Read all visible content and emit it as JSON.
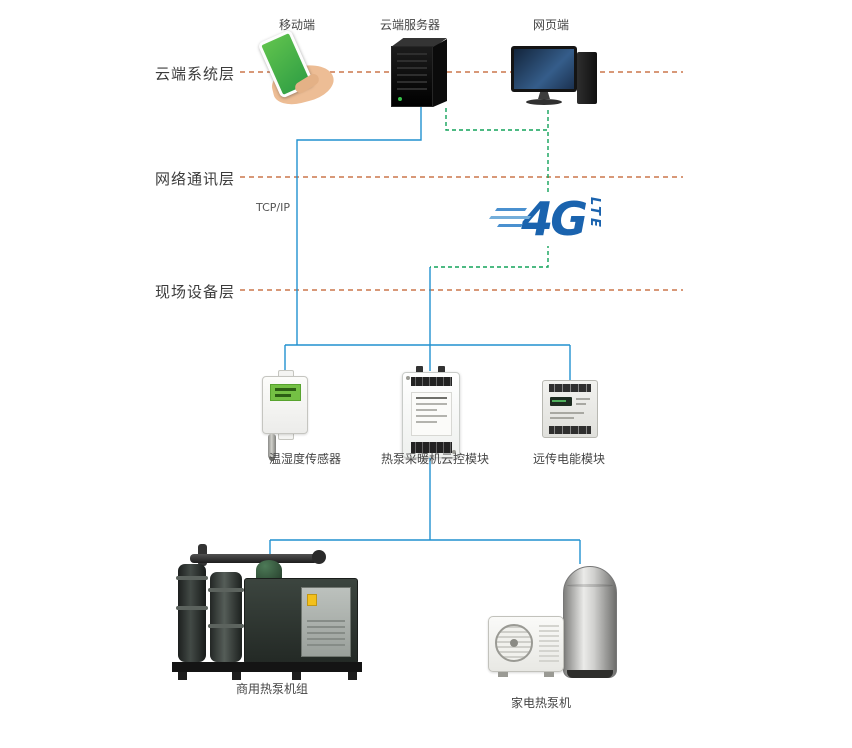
{
  "diagram": {
    "layer_labels": {
      "cloud": "云端系统层",
      "network": "网络通讯层",
      "field": "现场设备层"
    },
    "top_devices": {
      "mobile": "移动端",
      "server": "云端服务器",
      "web": "网页端"
    },
    "network": {
      "protocol": "TCP/IP",
      "logo_main": "4G",
      "logo_sub": "LTE"
    },
    "mid_devices": {
      "sensor": "温湿度传感器",
      "controller": "热泵采暖机云控模块",
      "meter": "远传电能模块"
    },
    "bottom_devices": {
      "commercial": "商用热泵机组",
      "household": "家电热泵机"
    },
    "colors": {
      "layer_line": "#c05a28",
      "network_blue": "#2191cf",
      "cloud_green": "#12a35a",
      "logo_blue": "#1a63ae"
    }
  }
}
